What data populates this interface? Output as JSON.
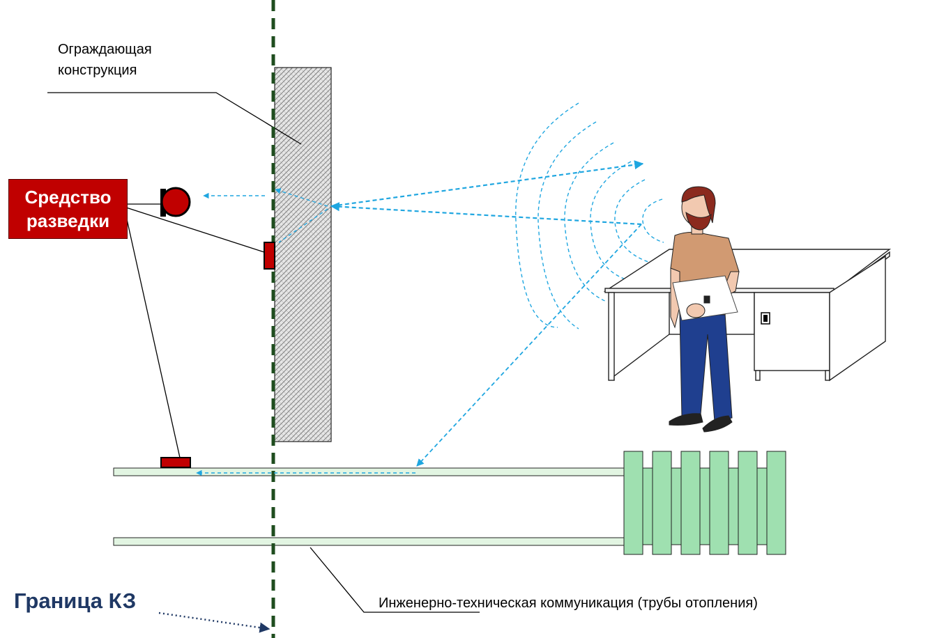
{
  "labels": {
    "wall": "Ограждающая конструкция",
    "device": "Средство разведки",
    "pipes": "Инженерно-техническая коммуникация (трубы отопления)",
    "border": "Граница КЗ"
  },
  "colors": {
    "device": "#c00000",
    "border_line": "#1f4d1f",
    "border_text": "#1f3864",
    "signal": "#1fa6e0",
    "pipe": "#e2f5e2",
    "radiator": "#9fe0b0",
    "skin": "#f2c9b0",
    "hair": "#8b2a1e",
    "shirt": "#d19a72",
    "jeans": "#1f3f8f"
  },
  "icons": [
    "microphone-icon",
    "person-icon",
    "desk-icon",
    "radiator-icon",
    "contact-sensor-icon",
    "pipe-sensor-icon"
  ]
}
